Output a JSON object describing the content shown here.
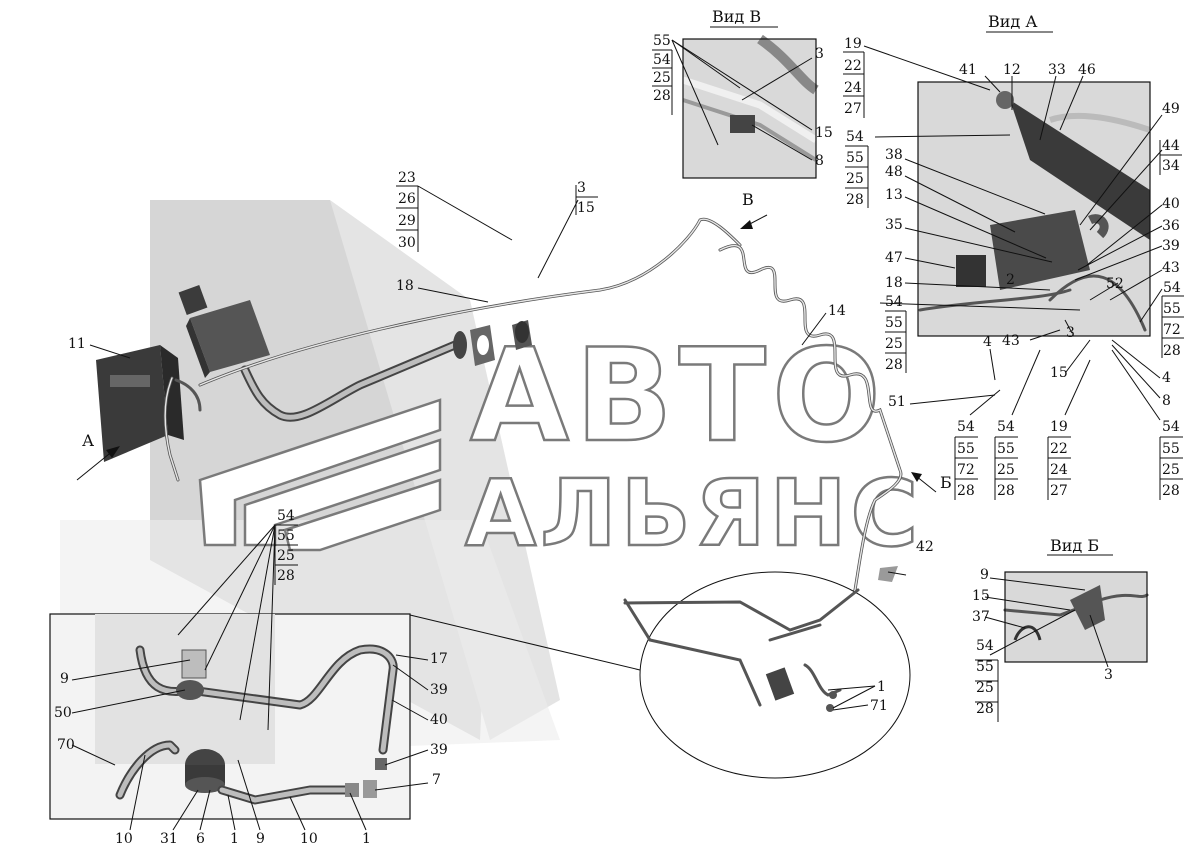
{
  "views": {
    "view_v": "Вид В",
    "view_a": "Вид А",
    "view_b": "Вид Б"
  },
  "direction_letters": {
    "a": "А",
    "v": "В",
    "b": "Б"
  },
  "watermark": {
    "line1": "АВТО",
    "line2": "АЛЬЯНС"
  },
  "callouts": {
    "n1": "1",
    "n2": "2",
    "n3": "3",
    "n4": "4",
    "n6": "6",
    "n7": "7",
    "n8": "8",
    "n9": "9",
    "n10": "10",
    "n11": "11",
    "n12": "12",
    "n13": "13",
    "n14": "14",
    "n15": "15",
    "n17": "17",
    "n18": "18",
    "n19": "19",
    "n22": "22",
    "n23": "23",
    "n24": "24",
    "n25": "25",
    "n26": "26",
    "n27": "27",
    "n28": "28",
    "n29": "29",
    "n30": "30",
    "n31": "31",
    "n33": "33",
    "n34": "34",
    "n35": "35",
    "n36": "36",
    "n37": "37",
    "n38": "38",
    "n39": "39",
    "n40": "40",
    "n41": "41",
    "n42": "42",
    "n43": "43",
    "n44": "44",
    "n46": "46",
    "n47": "47",
    "n48": "48",
    "n49": "49",
    "n50": "50",
    "n51": "51",
    "n52": "52",
    "n54": "54",
    "n55": "55",
    "n70": "70",
    "n71": "71",
    "n72": "72"
  },
  "icons": {
    "arrow": "direction-arrow-icon"
  }
}
